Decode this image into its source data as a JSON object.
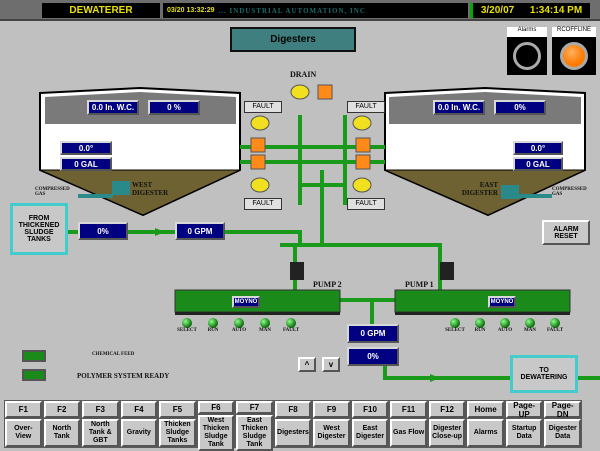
{
  "header": {
    "app": "DEWATERER",
    "event_time": "03/20 13:32:29",
    "banner": "... INDUSTRIAL AUTOMATION, INC",
    "date": "3/20/07",
    "time": "1:34:14 PM"
  },
  "title": "Digesters",
  "status": {
    "alarms_label": "Alarms",
    "offline_label": "RCOFFLINE",
    "alarm_color": "#000000",
    "offline_color": "#ff7a00"
  },
  "drain_label": "DRAIN",
  "fault_label": "FAULT",
  "west": {
    "name": "WEST DIGESTER",
    "pressure": "0.0 In. W.C.",
    "level_pct": "0 %",
    "temp": "0.0°",
    "volume": "0 GAL",
    "gas": "COMPRESSED GAS"
  },
  "east": {
    "name": "EAST DIGESTER",
    "pressure": "0.0 In. W.C.",
    "level_pct": "0%",
    "temp": "0.0°",
    "volume": "0 GAL",
    "gas": "COMPRESSED GAS"
  },
  "feed": {
    "source": "FROM THICKENED SLUDGE TANKS",
    "valve_pct": "0%",
    "flow": "0 GPM"
  },
  "alarm_reset": "ALARM RESET",
  "pumps": [
    {
      "name": "PUMP 2",
      "brand": "MOYNO"
    },
    {
      "name": "PUMP 1",
      "brand": "MOYNO"
    }
  ],
  "pump_indicators": [
    "SELECT",
    "RUN",
    "AUTO",
    "MAN",
    "FAULT"
  ],
  "discharge": {
    "flow": "0 GPM",
    "pct": "0%"
  },
  "polymer": {
    "feed_label": "CHEMICAL FEED",
    "ready_label": "POLYMER SYSTEM READY"
  },
  "to_dewatering": "TO DEWATERING",
  "nav": {
    "up": "^",
    "down": "v"
  },
  "fkeys": [
    {
      "key": "F1",
      "label": "Over-View"
    },
    {
      "key": "F2",
      "label": "North Tank"
    },
    {
      "key": "F3",
      "label": "North Tank & GBT"
    },
    {
      "key": "F4",
      "label": "Gravity"
    },
    {
      "key": "F5",
      "label": "Thicken Sludge Tanks"
    },
    {
      "key": "F6",
      "label": "West Thicken Sludge Tank"
    },
    {
      "key": "F7",
      "label": "East Thicken Sludge Tank"
    },
    {
      "key": "F8",
      "label": "Digesters"
    },
    {
      "key": "F9",
      "label": "West Digester"
    },
    {
      "key": "F10",
      "label": "East Digester"
    },
    {
      "key": "F11",
      "label": "Gas Flow"
    },
    {
      "key": "F12",
      "label": "Digester Close-up"
    },
    {
      "key": "Home",
      "label": "Alarms"
    },
    {
      "key": "Page-UP",
      "label": "Startup Data"
    },
    {
      "key": "Page-DN",
      "label": "Digester Data"
    }
  ]
}
